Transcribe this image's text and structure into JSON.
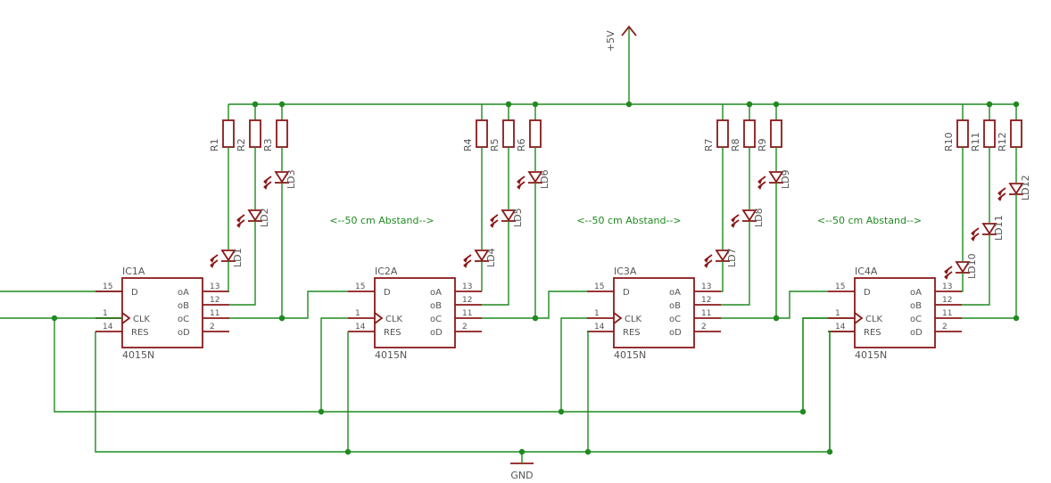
{
  "supply": {
    "label": "+5V"
  },
  "ground": {
    "label": "GND"
  },
  "distance_note": "<--50 cm Abstand-->",
  "pins": {
    "D": "D",
    "CLK": "CLK",
    "RES": "RES",
    "QA": "oA",
    "QB": "oB",
    "QC": "oC",
    "QD": "oD"
  },
  "pin_numbers": {
    "D": "15",
    "CLK": "1",
    "RES": "14",
    "QA": "13",
    "QB": "12",
    "QC": "11",
    "QD": "2"
  },
  "stages": [
    {
      "ic": "IC1A",
      "type": "4015N",
      "resistors": [
        "R1",
        "R2",
        "R3"
      ],
      "leds": [
        "LD1",
        "LD2",
        "LD3"
      ]
    },
    {
      "ic": "IC2A",
      "type": "4015N",
      "resistors": [
        "R4",
        "R5",
        "R6"
      ],
      "leds": [
        "LD4",
        "LD5",
        "LD6"
      ]
    },
    {
      "ic": "IC3A",
      "type": "4015N",
      "resistors": [
        "R7",
        "R8",
        "R9"
      ],
      "leds": [
        "LD7",
        "LD8",
        "LD9"
      ]
    },
    {
      "ic": "IC4A",
      "type": "4015N",
      "resistors": [
        "R10",
        "R11",
        "R12"
      ],
      "leds": [
        "LD10",
        "LD11",
        "LD12"
      ]
    }
  ]
}
